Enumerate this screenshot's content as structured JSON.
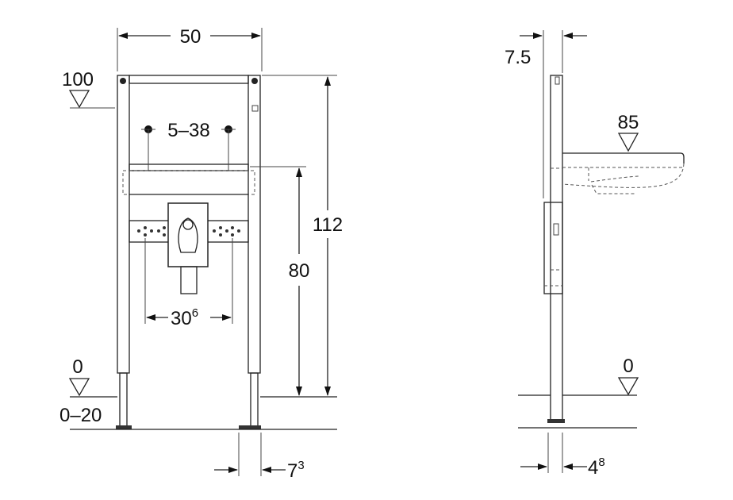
{
  "front_view": {
    "width_dim": "50",
    "top_level": "100",
    "anchor_spacing": "5–38",
    "total_height": "112",
    "bracket_height": "80",
    "drain_spacing": "30",
    "drain_spacing_sup": "6",
    "floor_level": "0",
    "foot_range": "0–20",
    "foot_offset": "7",
    "foot_offset_sup": "3"
  },
  "side_view": {
    "top_offset": "7.5",
    "basin_level": "85",
    "floor_level": "0",
    "depth": "4",
    "depth_sup": "8"
  }
}
